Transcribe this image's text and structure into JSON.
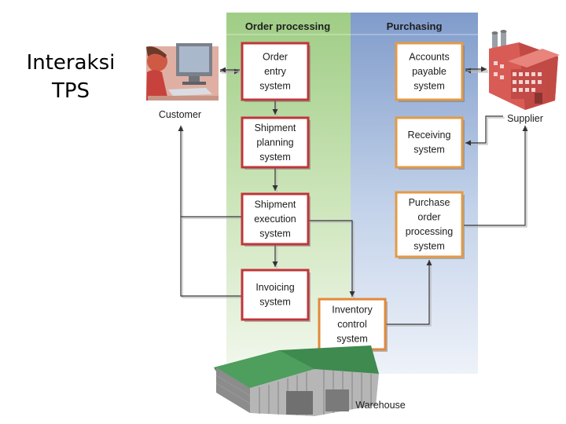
{
  "slide_title": "Interaksi TPS",
  "columns": {
    "left": "Order processing",
    "right": "Purchasing"
  },
  "systems": [
    {
      "id": "order-entry",
      "lines": [
        "Order",
        "entry",
        "system"
      ]
    },
    {
      "id": "shipment-planning",
      "lines": [
        "Shipment",
        "planning",
        "system"
      ]
    },
    {
      "id": "shipment-execution",
      "lines": [
        "Shipment",
        "execution",
        "system"
      ]
    },
    {
      "id": "invoicing",
      "lines": [
        "Invoicing",
        "system"
      ]
    },
    {
      "id": "accounts-payable",
      "lines": [
        "Accounts",
        "payable",
        "system"
      ]
    },
    {
      "id": "receiving",
      "lines": [
        "Receiving",
        "system"
      ]
    },
    {
      "id": "purchase-order",
      "lines": [
        "Purchase",
        "order",
        "processing",
        "system"
      ]
    },
    {
      "id": "inventory-control",
      "lines": [
        "Inventory",
        "control",
        "system"
      ]
    }
  ],
  "external": {
    "customer": "Customer",
    "supplier": "Supplier",
    "warehouse": "Warehouse"
  },
  "colors": {
    "order_band": "#a6d08c",
    "purchasing_band": "#8aa5cf",
    "system_border": "#c0353a",
    "inventory_border": "#e2893a",
    "purchasing_border": "#e39a46",
    "line": "#3c3c3c"
  }
}
